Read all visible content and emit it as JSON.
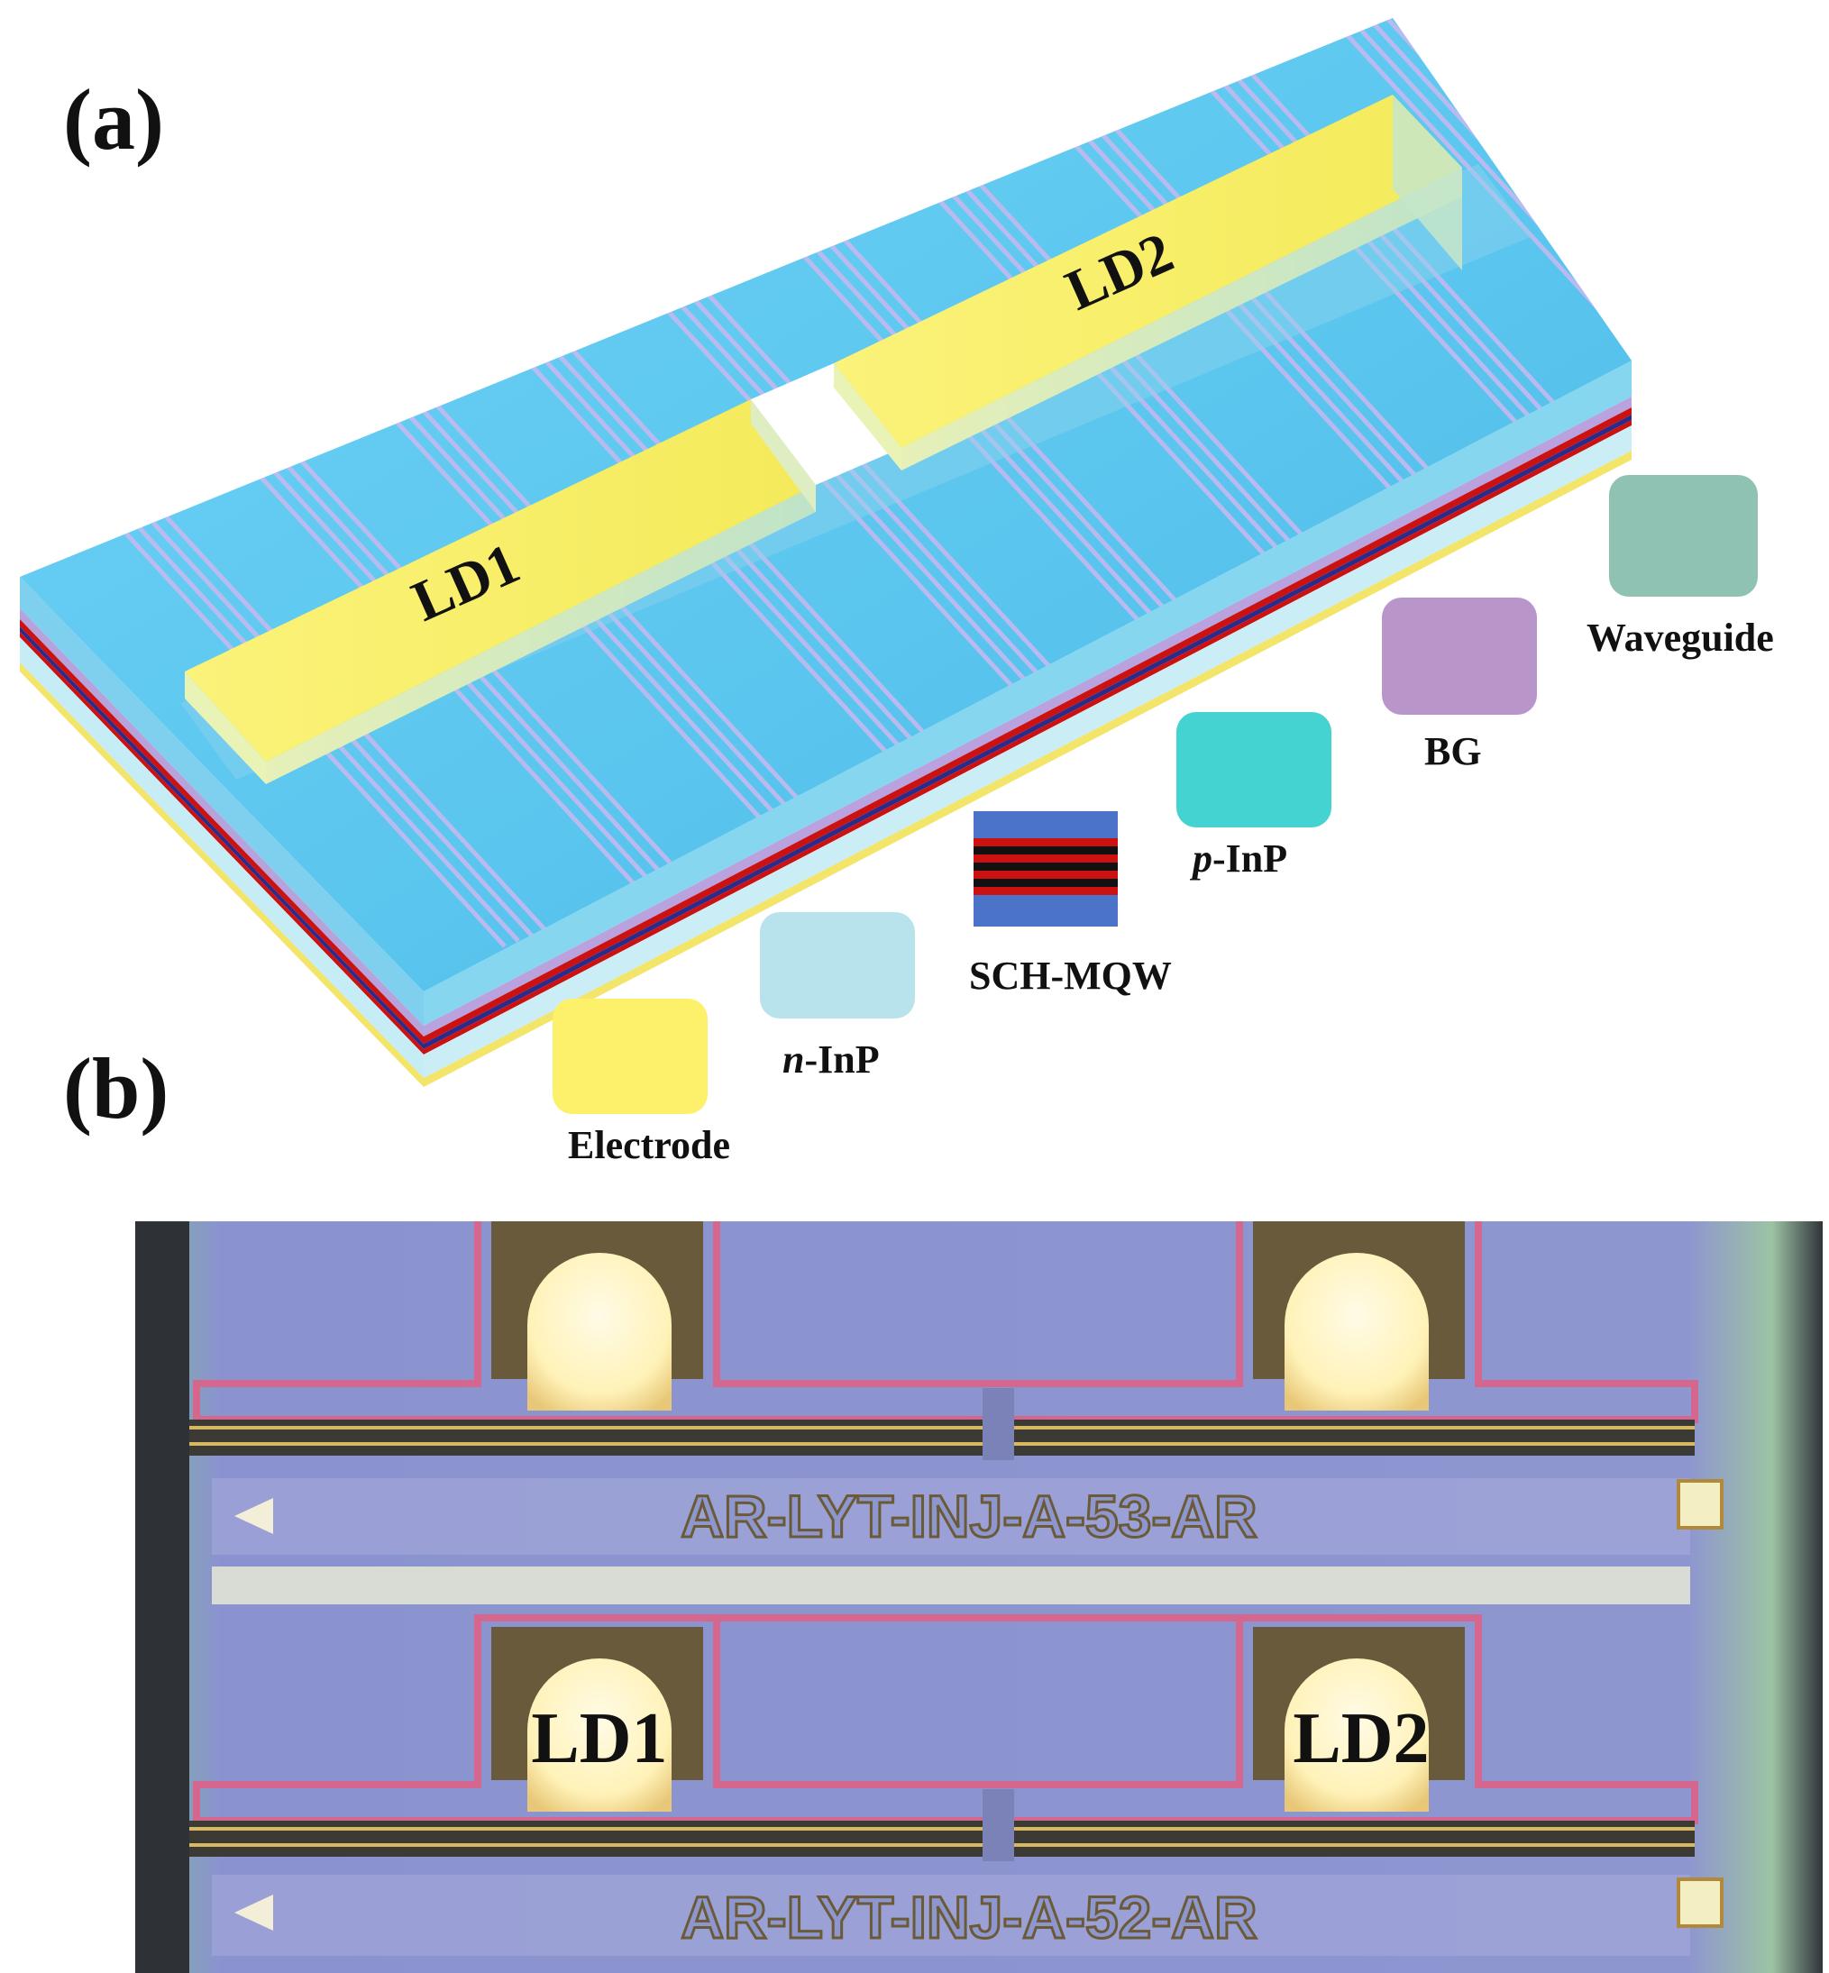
{
  "panel_a": {
    "label": "(a)",
    "ld1": "LD1",
    "ld2": "LD2",
    "legend": [
      {
        "key": "electrode",
        "name": "Electrode",
        "color": "#fdf06a"
      },
      {
        "key": "ninp",
        "name": "n-InP",
        "color": "#b9e3ec"
      },
      {
        "key": "schmqw",
        "name": "SCH-MQW",
        "color": "#4b74c9"
      },
      {
        "key": "pinp",
        "name": "p-InP",
        "color": "#44d3d0"
      },
      {
        "key": "bg",
        "name": "BG",
        "color": "#b996c9"
      },
      {
        "key": "waveguide",
        "name": "Waveguide",
        "color": "#8fc2b3"
      }
    ],
    "legend_text": {
      "ninp_italic": "n",
      "ninp_rest": "-InP",
      "pinp_italic": "p",
      "pinp_rest": "-InP"
    },
    "colors": {
      "top_surface": "#5ecaf0",
      "grating": "#b9a9e8",
      "electrode": "#f9f06a",
      "qw_red": "#cc1111",
      "qw_black": "#111111"
    }
  },
  "panel_b": {
    "label": "(b)",
    "device_top_id": "AR-LYT-INJ-A-53-AR",
    "device_bottom_id": "AR-LYT-INJ-A-52-AR",
    "ld1": "LD1",
    "ld2": "LD2",
    "colors": {
      "chip_bg": "#8b93cf",
      "pad": "#fff6c8",
      "metal_edge": "#6a5a3c",
      "pink_trace": "#d5668d"
    }
  }
}
